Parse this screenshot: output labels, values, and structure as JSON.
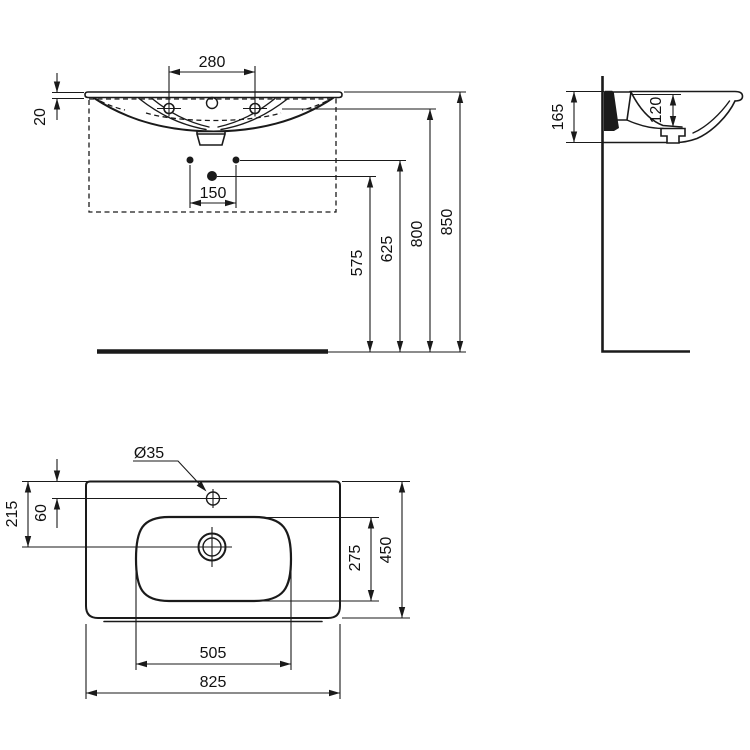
{
  "colors": {
    "ink": "#1a1a1a",
    "background": "#ffffff"
  },
  "views": {
    "front": {
      "dims": {
        "tap_hole_spacing": "280",
        "rim_thickness": "20",
        "outlet_spacing": "150",
        "trap_height": "575",
        "outlet_height": "625",
        "clearance_height": "800",
        "rim_height": "850"
      }
    },
    "side": {
      "dims": {
        "overall_depth": "165",
        "bowl_depth": "120"
      }
    },
    "plan": {
      "dims": {
        "tap_hole_diameter": "Ø35",
        "drain_setback": "215",
        "tap_hole_setback": "60",
        "bowl_front_back": "275",
        "overall_front_back": "450",
        "bowl_width": "505",
        "overall_width": "825"
      }
    }
  }
}
